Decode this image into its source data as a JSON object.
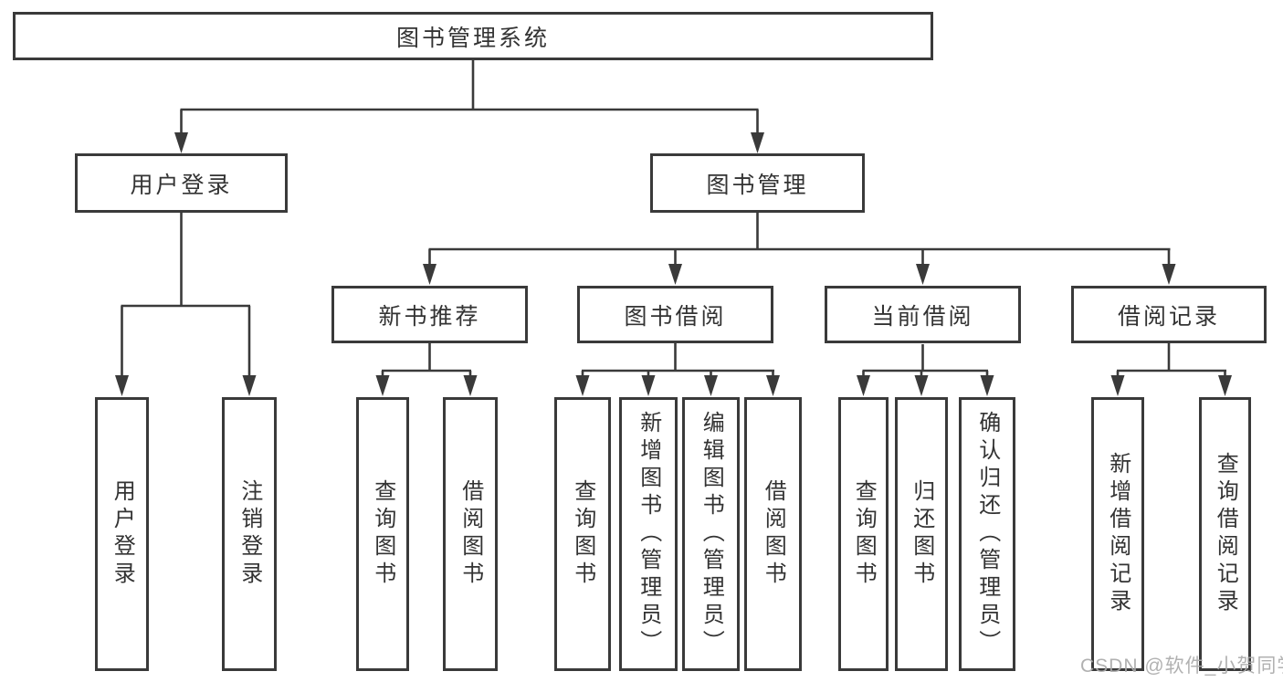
{
  "title": "图书管理系统",
  "level2": {
    "user_login": "用户登录",
    "book_mgmt": "图书管理"
  },
  "level3": {
    "new_books": "新书推荐",
    "book_borrow": "图书借阅",
    "current_borrow": "当前借阅",
    "borrow_records": "借阅记录"
  },
  "leaves": {
    "user_login": [
      "用户登录",
      "注销登录"
    ],
    "new_books": [
      "查询图书",
      "借阅图书"
    ],
    "book_borrow": [
      "查询图书",
      "新增图书（管理员）",
      "编辑图书（管理员）",
      "借阅图书"
    ],
    "current_borrow": [
      "查询图书",
      "归还图书",
      "确认归还（管理员）"
    ],
    "borrow_records": [
      "新增借阅记录",
      "查询借阅记录"
    ]
  },
  "watermark": "CSDN @软件_小贺同学",
  "colors": {
    "line": "#3a3a3a",
    "text": "#333333",
    "watermark": "#aaaaaa",
    "background": "#ffffff"
  }
}
